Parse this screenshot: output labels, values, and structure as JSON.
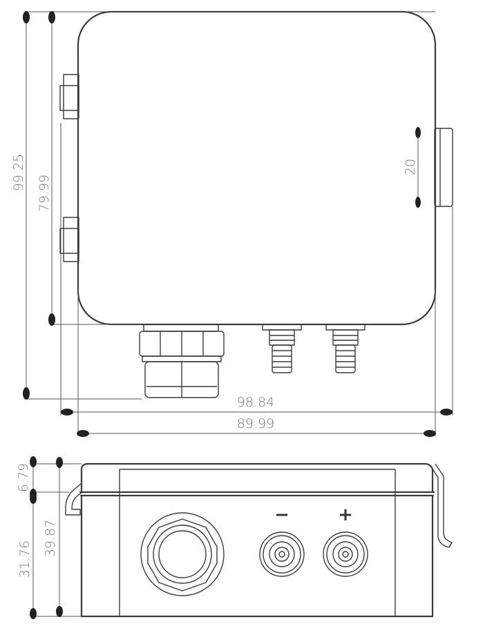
{
  "dimensions": {
    "overall_height": "99.25",
    "body_height": "79.99",
    "hinge_width": "20",
    "overall_width": "98.84",
    "body_width": "89.99",
    "lid_height": "6.79",
    "base_height": "31.76",
    "total_depth": "39.87"
  },
  "terminals": {
    "negative_sign": "−",
    "positive_sign": "+"
  }
}
